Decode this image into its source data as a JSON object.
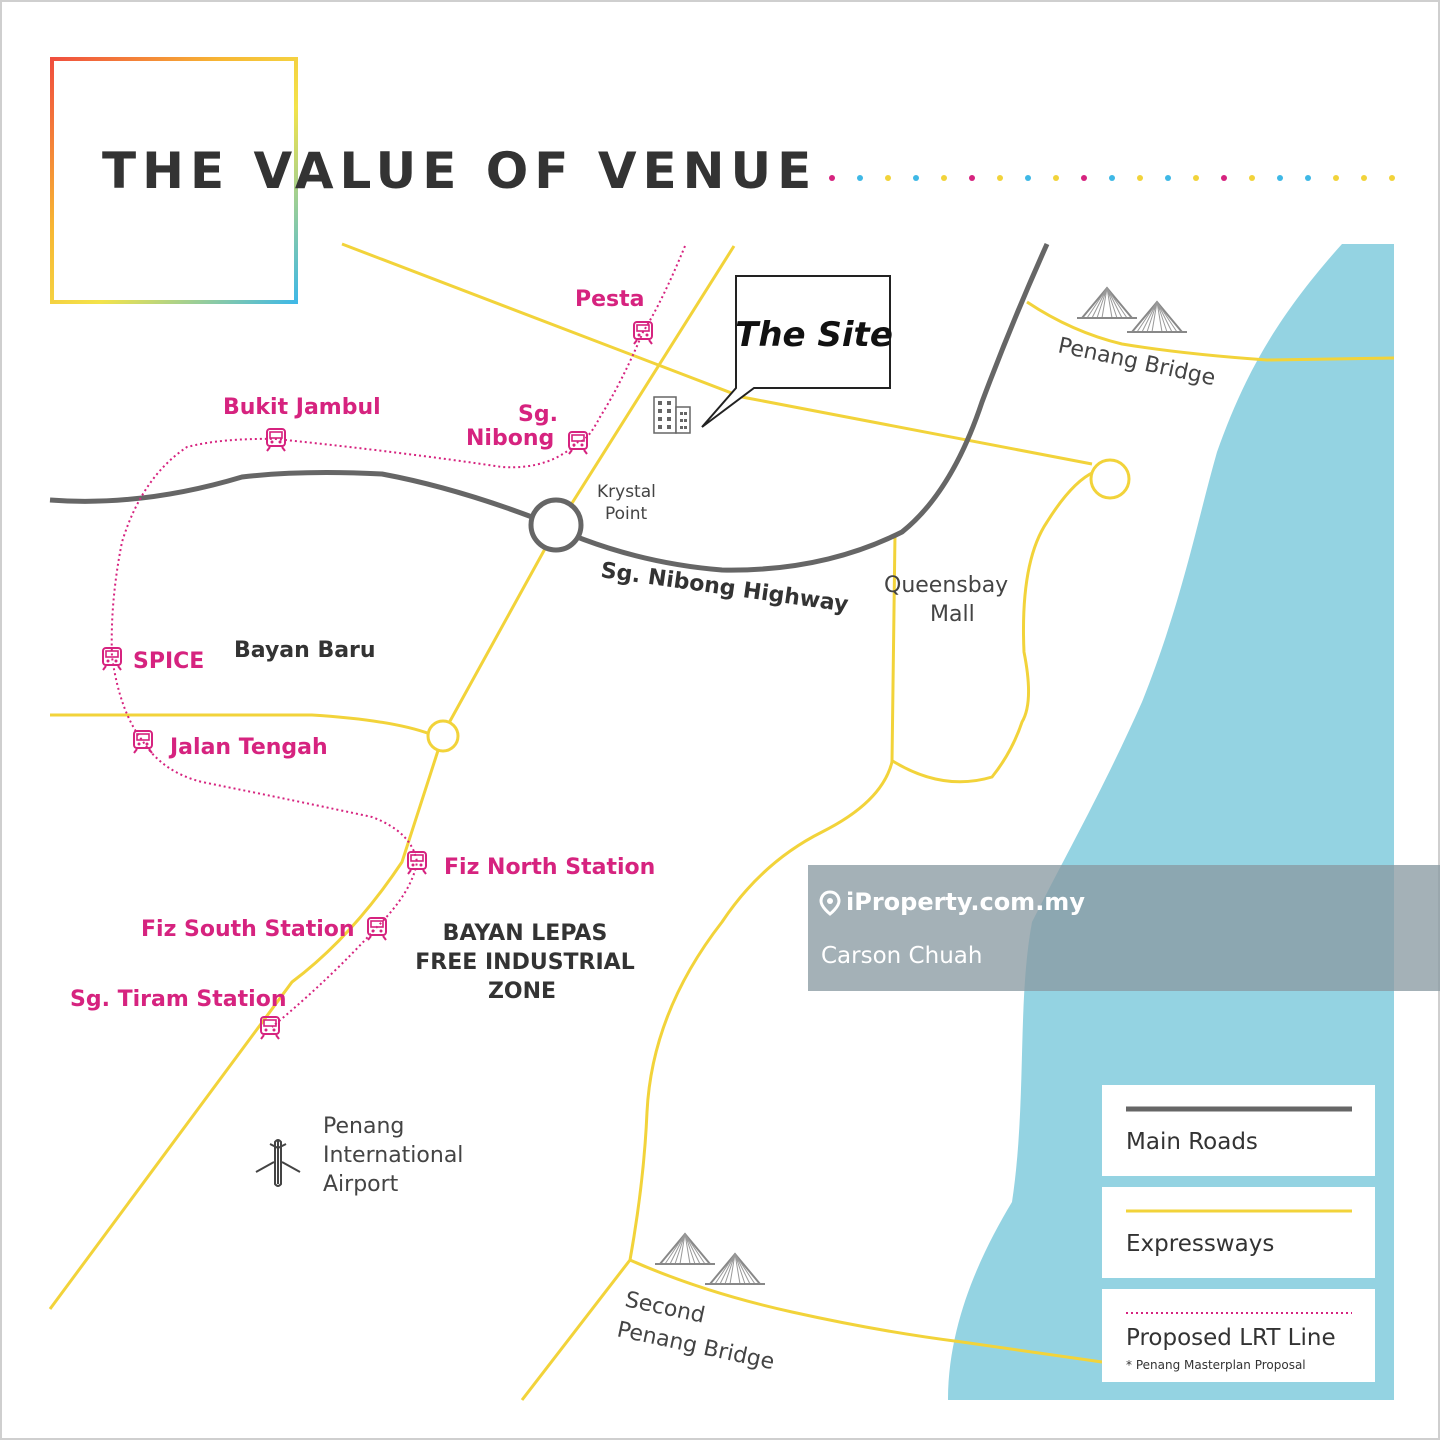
{
  "title": "THE VALUE OF VENUE",
  "site_label": "The Site",
  "roads": {
    "main_highway": "Sg. Nibong Highway",
    "penang_bridge": "Penang Bridge",
    "second_bridge_line1": "Second",
    "second_bridge_line2": "Penang Bridge"
  },
  "stations": {
    "pesta": "Pesta",
    "bukit_jambul": "Bukit Jambul",
    "sg_nibong_line1": "Sg.",
    "sg_nibong_line2": "Nibong",
    "spice": "SPICE",
    "jalan_tengah": "Jalan Tengah",
    "fiz_north": "Fiz North Station",
    "fiz_south": "Fiz South Station",
    "sg_tiram": "Sg. Tiram Station"
  },
  "places": {
    "krystal_line1": "Krystal",
    "krystal_line2": "Point",
    "bayan_baru": "Bayan Baru",
    "queensbay_line1": "Queensbay",
    "queensbay_line2": "Mall",
    "fiz_line1": "BAYAN LEPAS",
    "fiz_line2": "FREE INDUSTRIAL",
    "fiz_line3": "ZONE",
    "airport_line1": "Penang",
    "airport_line2": "International",
    "airport_line3": "Airport"
  },
  "legend": {
    "main_roads": "Main Roads",
    "expressways": "Expressways",
    "lrt": "Proposed LRT Line",
    "lrt_note": "* Penang Masterplan Proposal"
  },
  "watermark": {
    "brand": "iProperty.com.my",
    "name": "Carson Chuah"
  },
  "colors": {
    "sea": "#94d3e2",
    "expressway": "#f2d33a",
    "main_road": "#666666",
    "lrt": "#d6237f",
    "title_text": "#333333"
  },
  "icons": [
    "train-icon",
    "building-icon",
    "airplane-icon",
    "bridge-icon",
    "location-pin-icon"
  ]
}
